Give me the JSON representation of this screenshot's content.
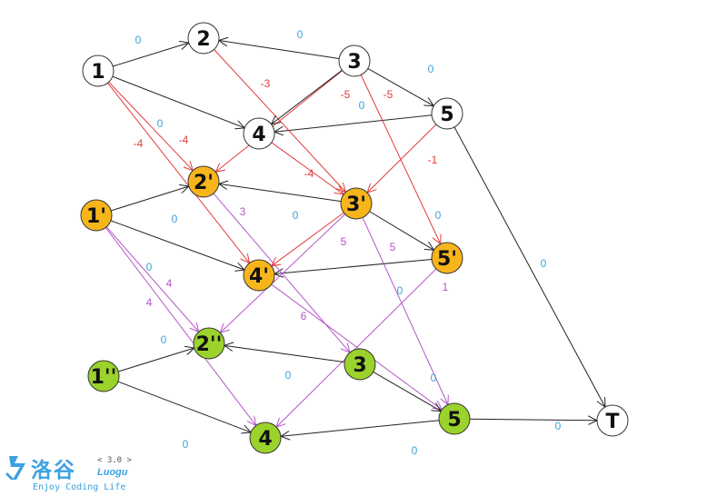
{
  "colors": {
    "black": "#222222",
    "red": "#e23b3b",
    "purple": "#b556c8",
    "pink": "#e05ae0",
    "blue_label": "#3ba3d8",
    "orange": "#f7b51c",
    "green": "#9bd22c",
    "white": "#ffffff"
  },
  "nodes": [
    {
      "id": "n1a",
      "label": "1",
      "fill": "white"
    },
    {
      "id": "n2a",
      "label": "2",
      "fill": "white"
    },
    {
      "id": "n3a",
      "label": "3",
      "fill": "white"
    },
    {
      "id": "n4a",
      "label": "4",
      "fill": "white"
    },
    {
      "id": "n5a",
      "label": "5",
      "fill": "white"
    },
    {
      "id": "n1b",
      "label": "1'",
      "fill": "orange"
    },
    {
      "id": "n2b",
      "label": "2'",
      "fill": "orange"
    },
    {
      "id": "n3b",
      "label": "3'",
      "fill": "orange"
    },
    {
      "id": "n4b",
      "label": "4'",
      "fill": "orange"
    },
    {
      "id": "n5b",
      "label": "5'",
      "fill": "orange"
    },
    {
      "id": "n1c",
      "label": "1''",
      "fill": "green"
    },
    {
      "id": "n2c",
      "label": "2''",
      "fill": "green"
    },
    {
      "id": "n3c",
      "label": "3",
      "fill": "green"
    },
    {
      "id": "n4c",
      "label": "4",
      "fill": "green"
    },
    {
      "id": "n5c",
      "label": "5",
      "fill": "green"
    },
    {
      "id": "T",
      "label": "T",
      "fill": "white"
    }
  ],
  "edges": [
    {
      "from": "n1a",
      "to": "n2a",
      "color": "black",
      "label": "0",
      "label_color": "blue_label"
    },
    {
      "from": "n1a",
      "to": "n4a",
      "color": "black",
      "label": "0",
      "label_color": "blue_label"
    },
    {
      "from": "n3a",
      "to": "n2a",
      "color": "black",
      "label": "0",
      "label_color": "blue_label"
    },
    {
      "from": "n3a",
      "to": "n5a",
      "color": "black",
      "label": "0",
      "label_color": "blue_label"
    },
    {
      "from": "n5a",
      "to": "n4a",
      "color": "black",
      "label": "0",
      "label_color": "blue_label"
    },
    {
      "from": "n5a",
      "to": "T",
      "color": "black",
      "label": "0",
      "label_color": "blue_label"
    },
    {
      "from": "n1a",
      "to": "n2b",
      "color": "red",
      "label": "-4",
      "label_color": "red"
    },
    {
      "from": "n1a",
      "to": "n4b",
      "color": "red",
      "label": "-4",
      "label_color": "red"
    },
    {
      "from": "n2a",
      "to": "n3b",
      "color": "red",
      "label": "-3",
      "label_color": "red"
    },
    {
      "from": "n3a",
      "to": "n2b",
      "color": "red",
      "label": "-5",
      "label_color": "red"
    },
    {
      "from": "n3a",
      "to": "n5b",
      "color": "red",
      "label": "-5",
      "label_color": "red"
    },
    {
      "from": "n4a",
      "to": "n3b",
      "color": "red",
      "label": "-4",
      "label_color": "red"
    },
    {
      "from": "n5a",
      "to": "n3b",
      "color": "red",
      "label": "-1",
      "label_color": "red"
    },
    {
      "from": "n1b",
      "to": "n2b",
      "color": "black",
      "label": "0",
      "label_color": "blue_label"
    },
    {
      "from": "n1b",
      "to": "n4b",
      "color": "black",
      "label": "0",
      "label_color": "blue_label"
    },
    {
      "from": "n3b",
      "to": "n2b",
      "color": "black",
      "label": "0",
      "label_color": "blue_label"
    },
    {
      "from": "n3b",
      "to": "n5b",
      "color": "black",
      "label": "0",
      "label_color": "blue_label"
    },
    {
      "from": "n5b",
      "to": "n4b",
      "color": "black",
      "label": "0",
      "label_color": "blue_label"
    },
    {
      "from": "n1b",
      "to": "n2c",
      "color": "purple",
      "label": "4",
      "label_color": "purple"
    },
    {
      "from": "n1b",
      "to": "n4c",
      "color": "purple",
      "label": "4",
      "label_color": "purple"
    },
    {
      "from": "n2b",
      "to": "n3c",
      "color": "purple",
      "label": "3",
      "label_color": "purple"
    },
    {
      "from": "n3b",
      "to": "n2c",
      "color": "purple",
      "label": "5",
      "label_color": "purple"
    },
    {
      "from": "n3b",
      "to": "n5c",
      "color": "purple",
      "label": "5",
      "label_color": "purple"
    },
    {
      "from": "n4b",
      "to": "n5c",
      "color": "purple",
      "label": "6",
      "label_color": "purple"
    },
    {
      "from": "n5b",
      "to": "n4c",
      "color": "purple",
      "label": "1",
      "label_color": "purple"
    },
    {
      "from": "n1c",
      "to": "n2c",
      "color": "black",
      "label": "0",
      "label_color": "blue_label"
    },
    {
      "from": "n1c",
      "to": "n4c",
      "color": "black",
      "label": "0",
      "label_color": "blue_label"
    },
    {
      "from": "n3c",
      "to": "n2c",
      "color": "black",
      "label": "0",
      "label_color": "blue_label"
    },
    {
      "from": "n3c",
      "to": "n5c",
      "color": "black",
      "label": "0",
      "label_color": "blue_label"
    },
    {
      "from": "n5c",
      "to": "n4c",
      "color": "black",
      "label": "0",
      "label_color": "blue_label"
    },
    {
      "from": "n5c",
      "to": "T",
      "color": "black",
      "label": "0",
      "label_color": "blue_label"
    },
    {
      "from": "n3b",
      "to": "n4b",
      "color": "red",
      "label": "",
      "label_color": "red"
    },
    {
      "from": "n3a",
      "to": "n4a",
      "color": "black",
      "label": "",
      "label_color": "blue_label"
    }
  ],
  "watermark": {
    "name": "洛谷",
    "version": "< 3.0 >",
    "subtitle": "Luogu",
    "tagline": "Enjoy Coding Life"
  }
}
